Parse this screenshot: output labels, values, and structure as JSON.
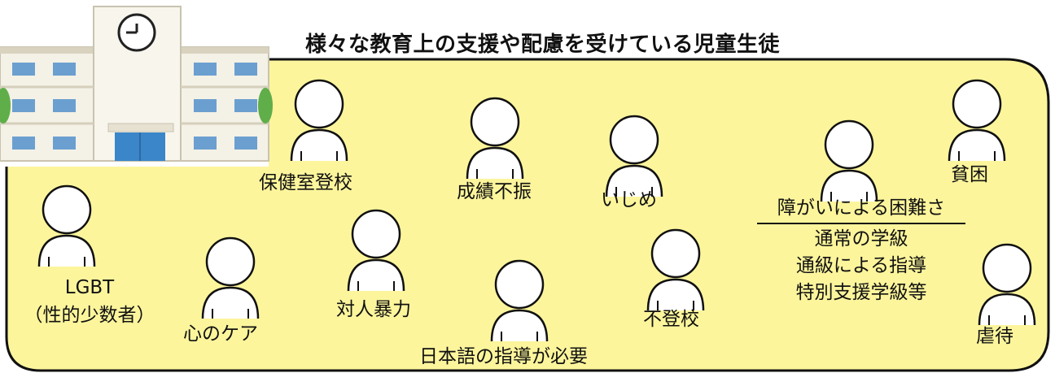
{
  "title": "様々な教育上の支援や配慮を受けている児童生徒",
  "colors": {
    "panel_fill": "#fcf59c",
    "panel_stroke": "#111111",
    "person_fill": "#ffffff",
    "building_wall": "#f4f1e6",
    "window_blue": "#6b9fd0",
    "door_blue": "#3a86c8"
  },
  "icons": [
    "school-building-icon",
    "clock-icon",
    "person-icon"
  ],
  "labels": {
    "hokenshitsu": "保健室登校",
    "seiseki": "成績不振",
    "ijime": "いじめ",
    "hinkon": "貧困",
    "disability_title": "障がいによる困難さ",
    "disability_items": [
      "通常の学級",
      "通級による指導",
      "特別支援学級等"
    ],
    "lgbt_line1": "LGBT",
    "lgbt_line2": "（性的少数者）",
    "kokoro": "心のケア",
    "taijin": "対人暴力",
    "nihongo": "日本語の指導が必要",
    "futoukou": "不登校",
    "gyakutai": "虐待"
  }
}
